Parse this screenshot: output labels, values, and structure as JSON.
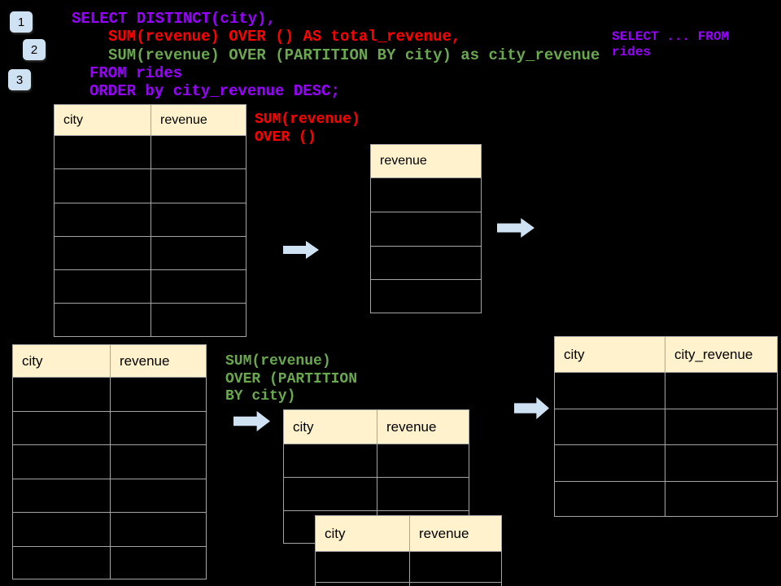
{
  "colors": {
    "background": "#000000",
    "table_header_fill": "#fff2cc",
    "table_border": "#a5a5a5",
    "arrow_fill": "#cfe2f3",
    "badge_fill": "#cfe2f3",
    "sql_purple": "#9900ff",
    "sql_red": "#ff0000",
    "sql_green": "#6aa84f"
  },
  "badges": [
    {
      "label": "1"
    },
    {
      "label": "2"
    },
    {
      "label": "3"
    }
  ],
  "code": {
    "lines": [
      {
        "text": "SELECT DISTINCT(city),",
        "color": "#9900ff"
      },
      {
        "text": "SUM(revenue) OVER () AS total_revenue,",
        "color": "#ff0000"
      },
      {
        "text": "SUM(revenue) OVER (PARTITION BY city) as city_revenue",
        "color": "#6aa84f"
      },
      {
        "text": "FROM rides",
        "color": "#9900ff"
      },
      {
        "text": "ORDER by city_revenue DESC;",
        "color": "#9900ff"
      }
    ]
  },
  "side_note": {
    "lines": [
      {
        "text": "SELECT ... FROM",
        "color": "#9900ff"
      },
      {
        "text": "rides",
        "color": "#9900ff"
      }
    ]
  },
  "annotations": {
    "total_revenue": {
      "lines": [
        {
          "text": "SUM(revenue)",
          "color": "#ff0000"
        },
        {
          "text": "OVER ()",
          "color": "#ff0000"
        }
      ]
    },
    "partition": {
      "lines": [
        {
          "text": "SUM(revenue)",
          "color": "#6aa84f"
        },
        {
          "text": "OVER (PARTITION",
          "color": "#6aa84f"
        },
        {
          "text": "BY city)",
          "color": "#6aa84f"
        }
      ]
    }
  },
  "tables": {
    "source_top": {
      "headers": [
        "city",
        "revenue"
      ],
      "rows": 6
    },
    "total_result": {
      "headers": [
        "revenue"
      ],
      "rows": 4
    },
    "source_bottom": {
      "headers": [
        "city",
        "revenue"
      ],
      "rows": 6
    },
    "partition_a": {
      "headers": [
        "city",
        "revenue"
      ],
      "rows": 3
    },
    "partition_b": {
      "headers": [
        "city",
        "revenue"
      ],
      "rows": 2
    },
    "output": {
      "headers": [
        "city",
        "city_revenue"
      ],
      "rows": 4
    }
  }
}
